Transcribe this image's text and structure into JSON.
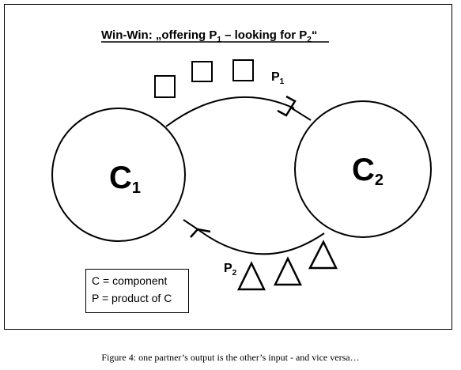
{
  "title": {
    "prefix": "Win-Win: „offering P",
    "sub1": "1",
    "middle": " – looking for P",
    "sub2": "2",
    "suffix": "“"
  },
  "components": [
    {
      "letter": "C",
      "index": "1"
    },
    {
      "letter": "C",
      "index": "2"
    }
  ],
  "products": [
    {
      "letter": "P",
      "index": "1",
      "shape": "square-icon",
      "count": 3
    },
    {
      "letter": "P",
      "index": "2",
      "shape": "triangle-icon",
      "count": 3
    }
  ],
  "legend": {
    "line1": "C = component",
    "line2": "P = product of C"
  },
  "caption": "Figure 4: one partner’s output is the other’s input - and vice versa…"
}
